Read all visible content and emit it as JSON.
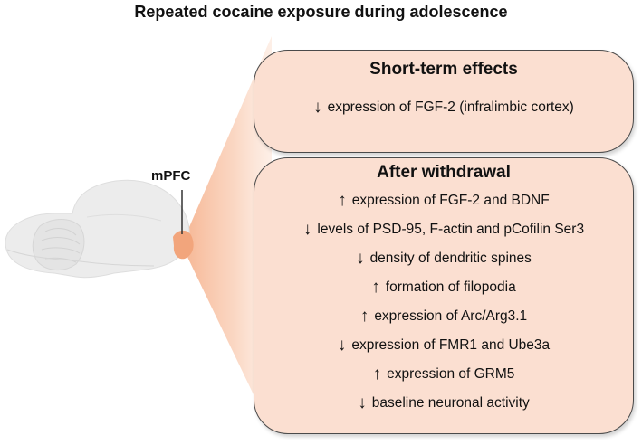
{
  "title": "Repeated cocaine exposure during adolescence",
  "region_label": "mPFC",
  "short_term": {
    "heading": "Short-term effects",
    "items": [
      {
        "arrow": "↓",
        "text": "expression of FGF-2 (infralimbic cortex)"
      }
    ]
  },
  "withdrawal": {
    "heading": "After withdrawal",
    "items": [
      {
        "arrow": "↑",
        "text": "expression of FGF-2 and BDNF"
      },
      {
        "arrow": "↓",
        "text": "levels of PSD-95, F-actin and pCofilin Ser3"
      },
      {
        "arrow": "↓",
        "text": "density of dendritic spines"
      },
      {
        "arrow": "↑",
        "text": "formation of filopodia"
      },
      {
        "arrow": "↑",
        "text": "expression of Arc/Arg3.1"
      },
      {
        "arrow": "↓",
        "text": "expression of FMR1 and Ube3a"
      },
      {
        "arrow": "↑",
        "text": "expression of GRM5"
      },
      {
        "arrow": "↓",
        "text": "baseline neuronal activity"
      }
    ]
  },
  "colors": {
    "box_fill": "#fbdfd1",
    "beam": "#f6b592",
    "mpfc_highlight": "#f2a57c",
    "brain": "#ececec"
  }
}
